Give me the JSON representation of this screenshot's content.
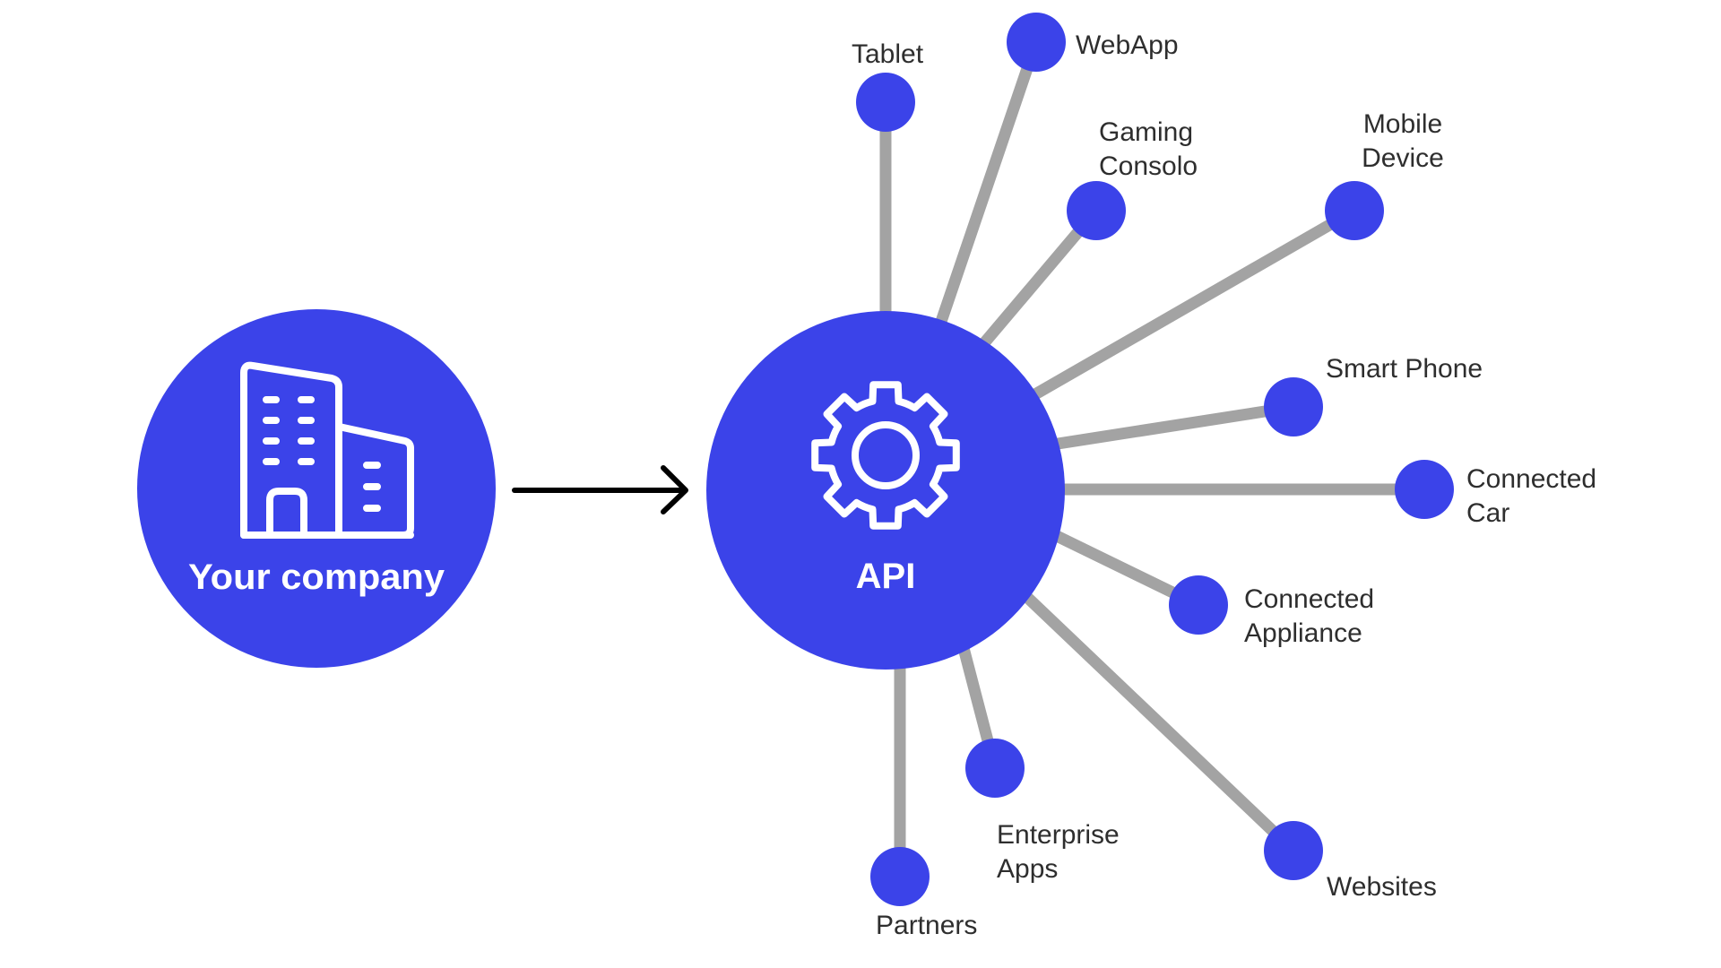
{
  "diagram": {
    "title": "API connectivity hub",
    "colors": {
      "accent": "#3b43e9",
      "connector": "#a3a3a3",
      "label_text": "#2e2e2e",
      "hub_text": "#ffffff",
      "arrow": "#000000"
    },
    "source": {
      "label": "Your company",
      "icon": "building-icon"
    },
    "flow": {
      "icon": "arrow-right-icon",
      "from": "Your company",
      "to": "API"
    },
    "hub": {
      "label": "API",
      "icon": "gear-icon"
    },
    "endpoints": [
      {
        "id": "tablet",
        "lines": [
          "Tablet"
        ]
      },
      {
        "id": "webapp",
        "lines": [
          "WebApp"
        ]
      },
      {
        "id": "gaming-console",
        "lines": [
          "Gaming",
          "Consolo"
        ]
      },
      {
        "id": "mobile-device",
        "lines": [
          "Mobile",
          "Device"
        ]
      },
      {
        "id": "smart-phone",
        "lines": [
          "Smart Phone"
        ]
      },
      {
        "id": "connected-car",
        "lines": [
          "Connected",
          "Car"
        ]
      },
      {
        "id": "connected-appliance",
        "lines": [
          "Connected",
          "Appliance"
        ]
      },
      {
        "id": "websites",
        "lines": [
          "Websites"
        ]
      },
      {
        "id": "enterprise-apps",
        "lines": [
          "Enterprise",
          "Apps"
        ]
      },
      {
        "id": "partners",
        "lines": [
          "Partners"
        ]
      }
    ]
  }
}
